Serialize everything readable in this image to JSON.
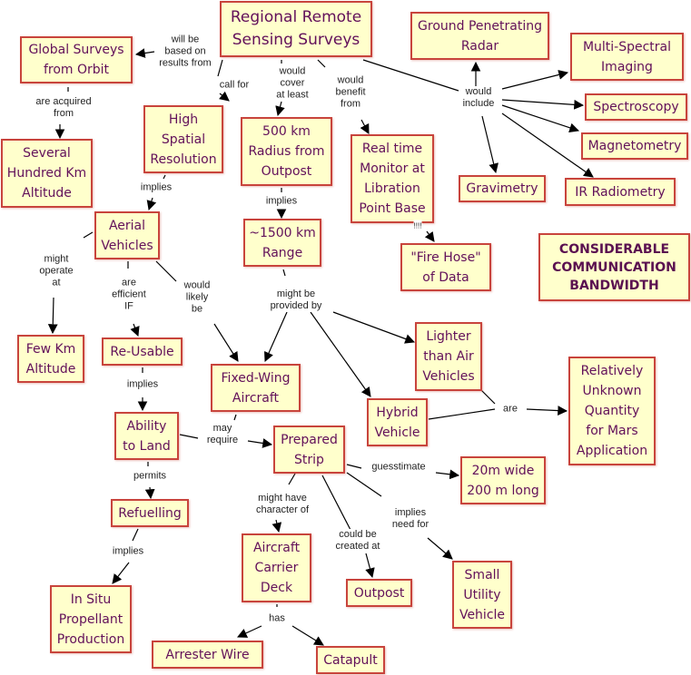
{
  "colors": {
    "node_fill": "#ffffcc",
    "node_border": "#c8443c",
    "node_text": "#62105a",
    "edge": "#000000"
  },
  "nodes": [
    {
      "id": "regional",
      "text": "Regional Remote\nSensing Surveys"
    },
    {
      "id": "global",
      "text": "Global Surveys\nfrom Orbit"
    },
    {
      "id": "several",
      "text": "Several\nHundred Km\nAltitude"
    },
    {
      "id": "highres",
      "text": "High\nSpatial\nResolution"
    },
    {
      "id": "radius",
      "text": "500 km\nRadius from\nOutpost"
    },
    {
      "id": "realtime",
      "text": "Real time\nMonitor at\nLibration\nPoint Base"
    },
    {
      "id": "gpr",
      "text": "Ground Penetrating\nRadar"
    },
    {
      "id": "msi",
      "text": "Multi-Spectral\nImaging"
    },
    {
      "id": "spectro",
      "text": "Spectroscopy"
    },
    {
      "id": "magneto",
      "text": "Magnetometry"
    },
    {
      "id": "gravi",
      "text": "Gravimetry"
    },
    {
      "id": "irrad",
      "text": "IR Radiometry"
    },
    {
      "id": "aerial",
      "text": "Aerial\nVehicles"
    },
    {
      "id": "range",
      "text": "~1500 km\nRange"
    },
    {
      "id": "firehose",
      "text": "\"Fire Hose\"\nof Data"
    },
    {
      "id": "bandwidth",
      "text": "CONSIDERABLE\nCOMMUNICATION\nBANDWIDTH"
    },
    {
      "id": "fewkm",
      "text": "Few Km\nAltitude"
    },
    {
      "id": "reusable",
      "text": "Re-Usable"
    },
    {
      "id": "fixedwing",
      "text": "Fixed-Wing\nAircraft"
    },
    {
      "id": "lighter",
      "text": "Lighter\nthan Air\nVehicles"
    },
    {
      "id": "hybrid",
      "text": "Hybrid\nVehicle"
    },
    {
      "id": "unknown",
      "text": "Relatively\nUnknown\nQuantity\nfor Mars\nApplication"
    },
    {
      "id": "ability",
      "text": "Ability\nto Land"
    },
    {
      "id": "strip",
      "text": "Prepared\nStrip"
    },
    {
      "id": "dims",
      "text": "20m wide\n200 m long"
    },
    {
      "id": "refuel",
      "text": "Refuelling"
    },
    {
      "id": "carrier",
      "text": "Aircraft\nCarrier\nDeck"
    },
    {
      "id": "outpost",
      "text": "Outpost"
    },
    {
      "id": "utility",
      "text": "Small\nUtility\nVehicle"
    },
    {
      "id": "insitu",
      "text": "In Situ\nPropellant\nProduction"
    },
    {
      "id": "arrester",
      "text": "Arrester Wire"
    },
    {
      "id": "catapult",
      "text": "Catapult"
    }
  ],
  "links": [
    {
      "id": "will-be-based",
      "text": "will be\nbased on\nresults from"
    },
    {
      "id": "are-acquired",
      "text": "are acquired\nfrom"
    },
    {
      "id": "call-for",
      "text": "call for"
    },
    {
      "id": "would-cover",
      "text": "would\ncover\nat least"
    },
    {
      "id": "would-benefit",
      "text": "would\nbenefit\nfrom"
    },
    {
      "id": "would-include",
      "text": "would\ninclude"
    },
    {
      "id": "implies-1",
      "text": "implies"
    },
    {
      "id": "implies-2",
      "text": "implies"
    },
    {
      "id": "excl",
      "text": "!!!!"
    },
    {
      "id": "might-operate",
      "text": "might\noperate\nat"
    },
    {
      "id": "are-efficient",
      "text": "are\nefficient\nIF"
    },
    {
      "id": "would-likely",
      "text": "would\nlikely\nbe"
    },
    {
      "id": "might-be-provided",
      "text": "might be\nprovided by"
    },
    {
      "id": "are",
      "text": "are"
    },
    {
      "id": "implies-3",
      "text": "implies"
    },
    {
      "id": "may-require",
      "text": "may\nrequire"
    },
    {
      "id": "guesstimate",
      "text": "guesstimate"
    },
    {
      "id": "permits",
      "text": "permits"
    },
    {
      "id": "might-have-character",
      "text": "might have\ncharacter of"
    },
    {
      "id": "could-be-created",
      "text": "could be\ncreated at"
    },
    {
      "id": "implies-need",
      "text": "implies\nneed for"
    },
    {
      "id": "implies-4",
      "text": "implies"
    },
    {
      "id": "has",
      "text": "has"
    }
  ]
}
